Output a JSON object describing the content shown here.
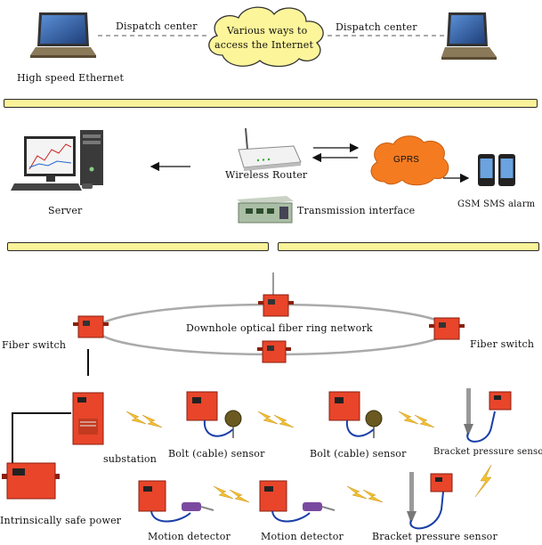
{
  "top": {
    "dispatch_left": "Dispatch center",
    "dispatch_right": "Dispatch center",
    "cloud_line1": "Various ways to",
    "cloud_line2": "access the Internet",
    "ethernet": "High speed Ethernet"
  },
  "middle": {
    "server": "Server",
    "router": "Wireless Router",
    "gprs": "GPRS",
    "transmission": "Transmission interface",
    "gsm": "GSM SMS alarm"
  },
  "bottom": {
    "ring": "Downhole optical fiber ring network",
    "fiber_left": "Fiber switch",
    "fiber_right": "Fiber switch",
    "substation": "substation",
    "bolt1": "Bolt (cable) sensor",
    "bolt2": "Bolt (cable) sensor",
    "bracket1": "Bracket pressure sensor",
    "power": "Intrinsically safe power",
    "motion1": "Motion detector",
    "motion2": "Motion detector",
    "bracket2": "Bracket pressure sensor"
  },
  "colors": {
    "band": "#fbf39a",
    "cloud": "#fdf59a",
    "gprs_cloud": "#f47b20",
    "device_red": "#e8452a"
  }
}
